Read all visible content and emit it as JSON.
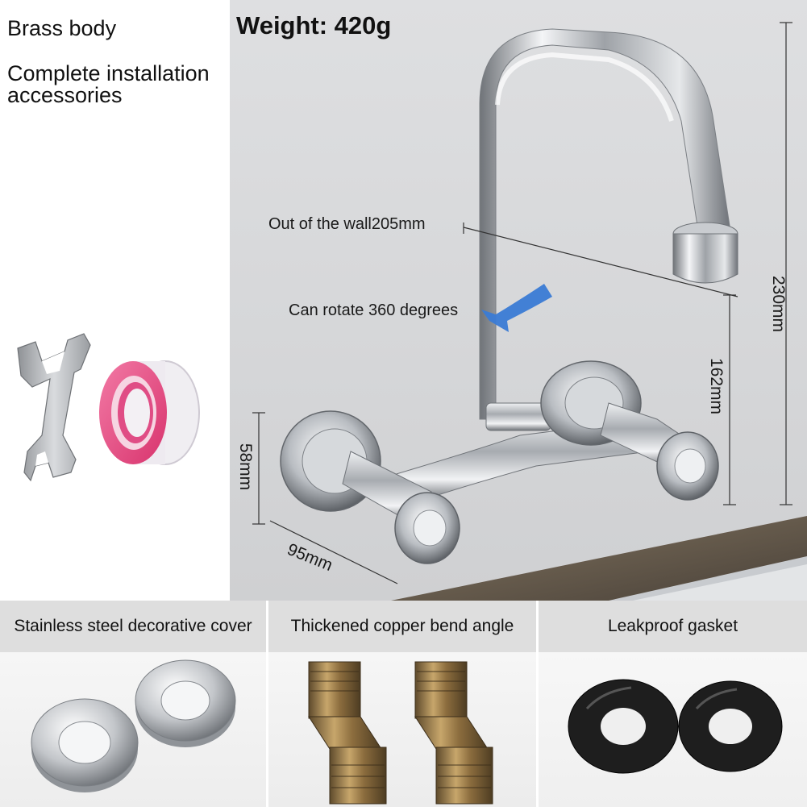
{
  "features": {
    "material": "Brass body",
    "accessories": "Complete installation accessories"
  },
  "weight": "Weight: 420g",
  "dimensions": {
    "out_of_wall": "Out of the wall205mm",
    "rotation": "Can rotate 360 degrees",
    "total_height": "230mm",
    "spout_height": "162mm",
    "body_height": "58mm",
    "body_depth": "95mm"
  },
  "cards": [
    {
      "title": "Stainless steel decorative cover"
    },
    {
      "title": "Thickened copper bend angle"
    },
    {
      "title": "Leakproof gasket"
    }
  ],
  "colors": {
    "photo_background": "#d6d7d9",
    "card_header": "#dedede",
    "arrow_blue": "#3a7bd5",
    "tape_pink": "#e8457d",
    "copper": "#9c7a45"
  },
  "icons": [
    "wrench-icon",
    "ptfe-tape-icon",
    "faucet-image",
    "rotate-arrow-icon"
  ]
}
